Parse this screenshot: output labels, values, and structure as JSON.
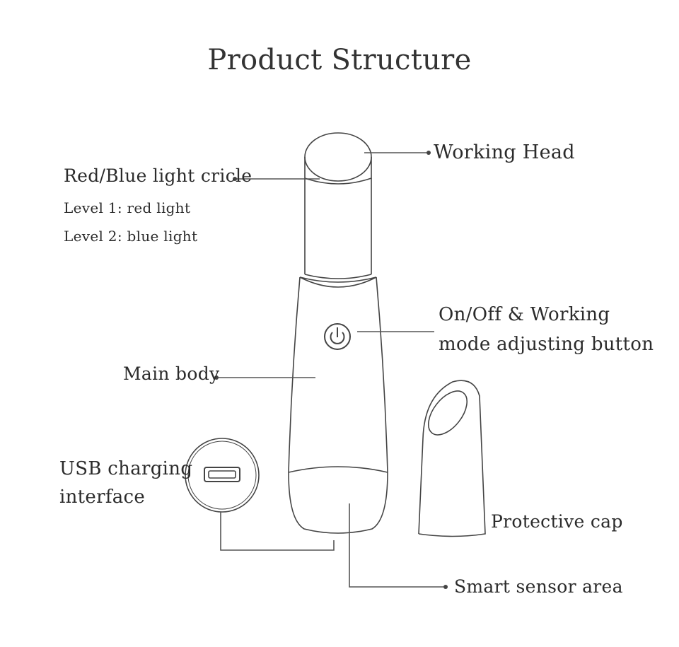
{
  "title": "Product Structure",
  "labels": {
    "working_head": "Working Head",
    "light_circle": "Red/Blue light cricle",
    "level1": "Level 1: red light",
    "level2": "Level 2: blue light",
    "button_line1": "On/Off & Working",
    "button_line2": "mode adjusting button",
    "main_body": "Main body",
    "usb_line1": "USB charging",
    "usb_line2": "interface",
    "protective_cap": "Protective cap",
    "sensor": "Smart sensor area"
  }
}
